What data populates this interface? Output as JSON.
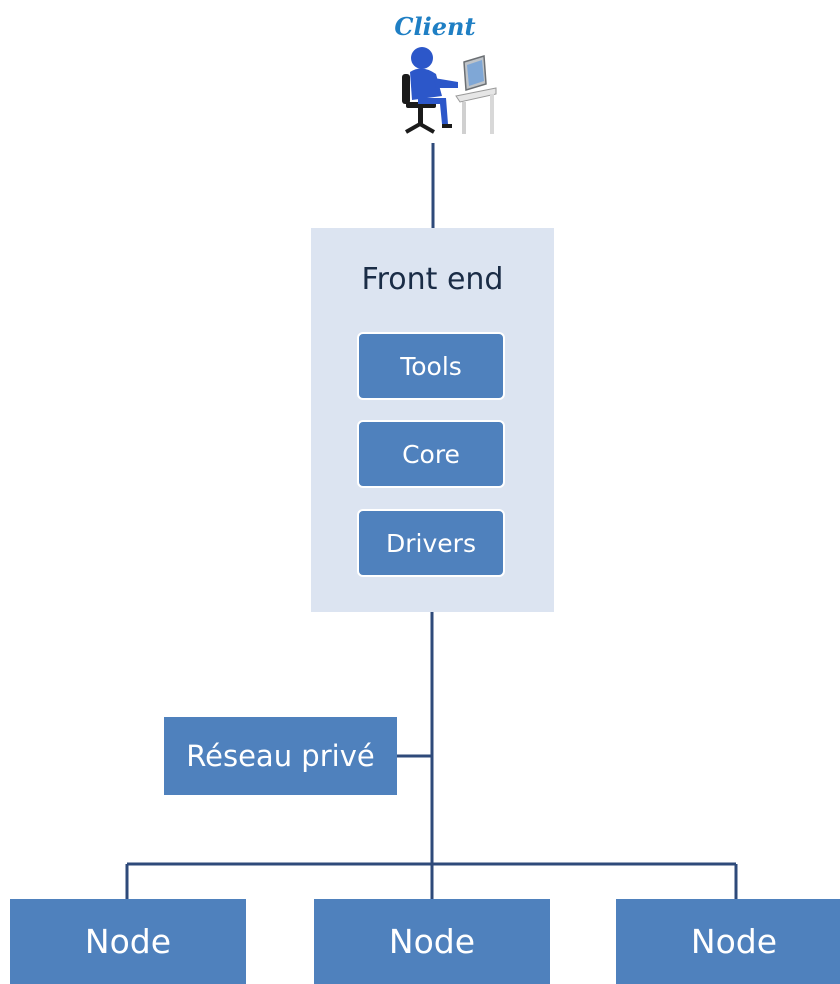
{
  "diagram": {
    "client": {
      "label": "Client",
      "icon": "user-at-computer-icon"
    },
    "frontend": {
      "title": "Front end",
      "modules": [
        "Tools",
        "Core",
        "Drivers"
      ]
    },
    "network": {
      "label": "Réseau privé"
    },
    "nodes": [
      "Node",
      "Node",
      "Node"
    ],
    "colors": {
      "box_fill": "#4f81bd",
      "container_fill": "#dce4f1",
      "connector": "#2e4a7a",
      "client_label": "#1f7fc4"
    }
  }
}
